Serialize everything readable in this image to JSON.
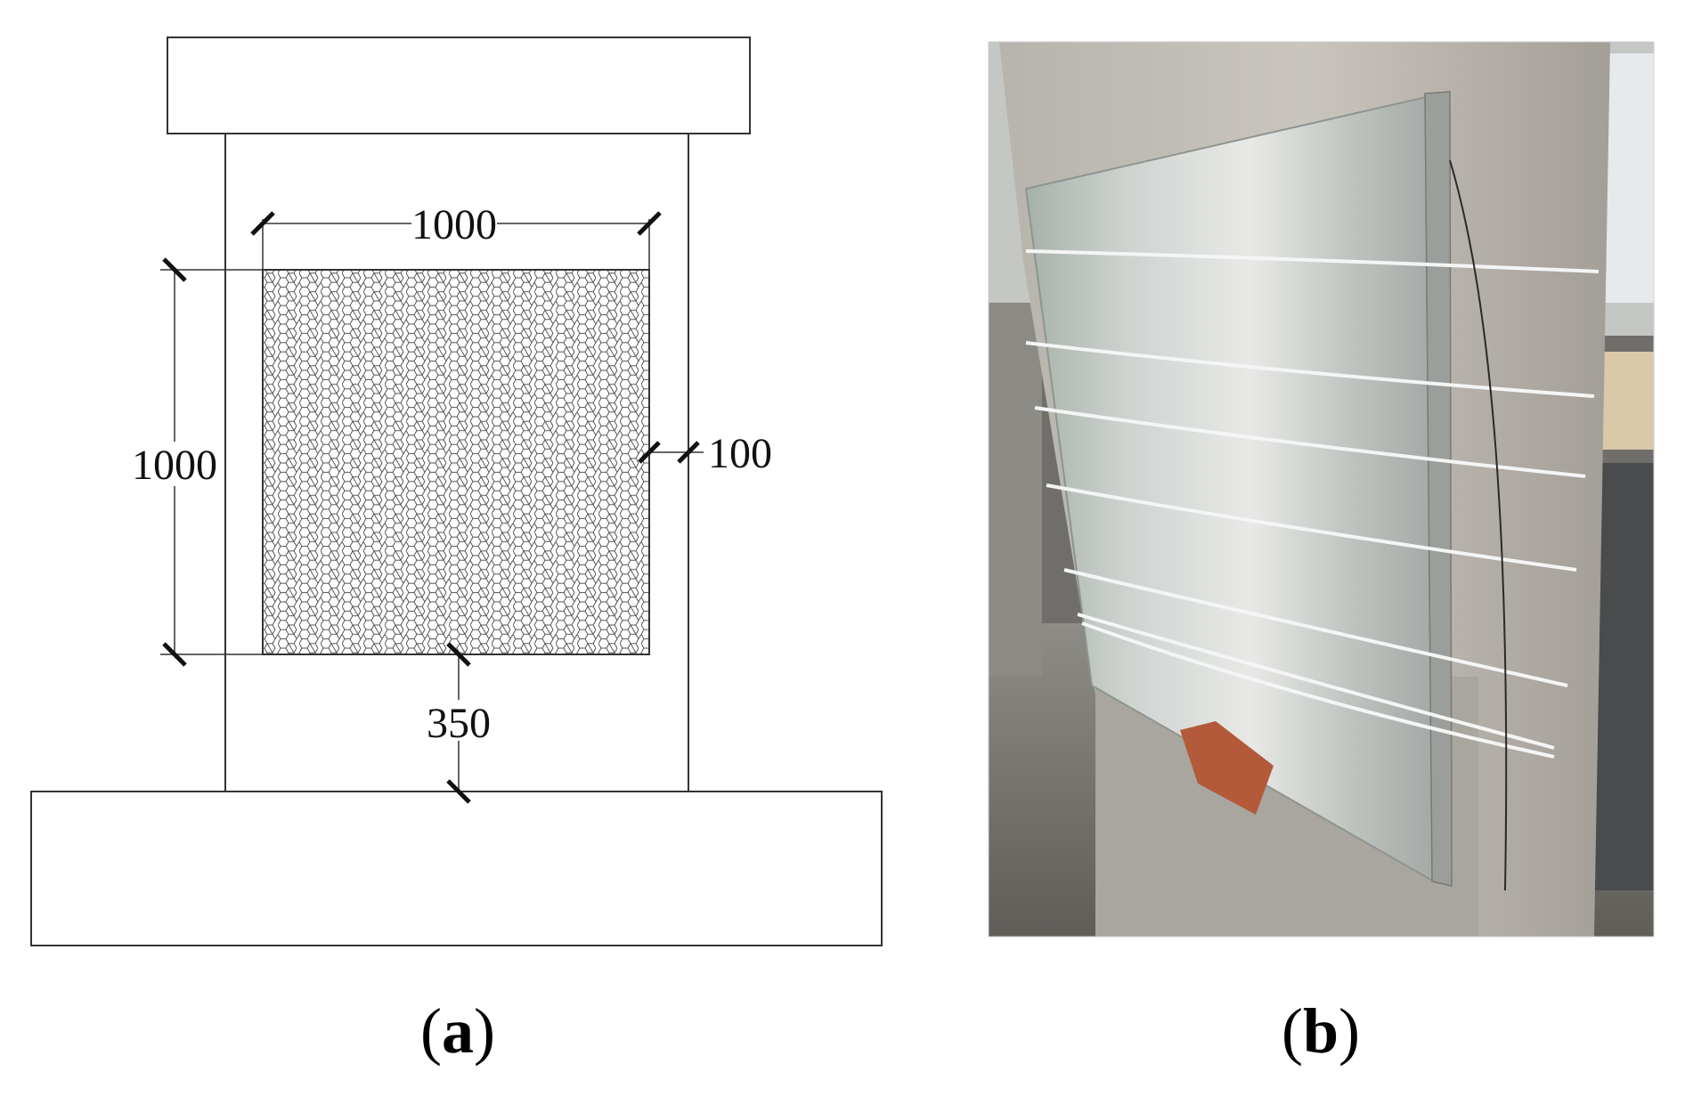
{
  "panel_a": {
    "dimensions": {
      "top_width": "1000",
      "left_height": "1000",
      "right_offset": "100",
      "bottom_gap": "350"
    },
    "caption": {
      "open": "(",
      "letter": "a",
      "close": ")"
    }
  },
  "panel_b": {
    "caption": {
      "open": "(",
      "letter": "b",
      "close": ")"
    }
  },
  "colors": {
    "line": "#333333",
    "hatch": "#444444",
    "background": "#ffffff"
  }
}
